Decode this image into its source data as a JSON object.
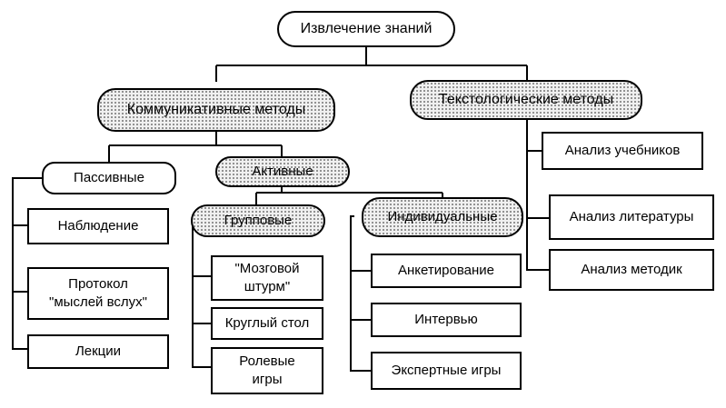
{
  "diagram": {
    "root": "Извлечение знаний",
    "communicative": {
      "label": "Коммуникативные методы",
      "passive": {
        "label": "Пассивные",
        "items": [
          "Наблюдение",
          "Протокол\n\"мыслей вслух\"",
          "Лекции"
        ]
      },
      "active": {
        "label": "Активные",
        "group": {
          "label": "Групповые",
          "items": [
            "\"Мозговой\nштурм\"",
            "Круглый стол",
            "Ролевые\nигры"
          ]
        },
        "individual": {
          "label": "Индивидуальные",
          "items": [
            "Анкетирование",
            "Интервью",
            "Экспертные игры"
          ]
        }
      }
    },
    "textological": {
      "label": "Текстологические методы",
      "items": [
        "Анализ учебников",
        "Анализ литературы",
        "Анализ методик"
      ]
    }
  }
}
